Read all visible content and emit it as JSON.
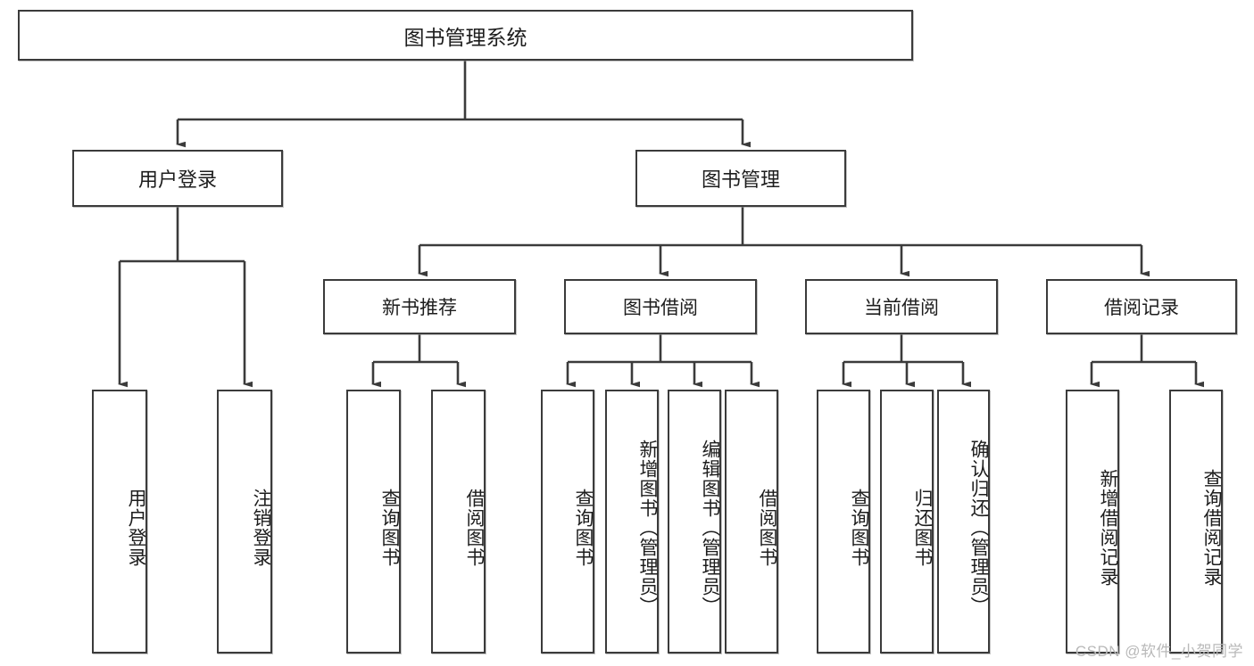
{
  "diagram": {
    "title": "图书管理系统",
    "type": "tree",
    "root": {
      "id": "root",
      "label": "图书管理系统"
    },
    "level2": [
      {
        "id": "user-login",
        "label": "用户登录"
      },
      {
        "id": "book-management",
        "label": "图书管理"
      }
    ],
    "level3": [
      {
        "id": "new-book-recommend",
        "label": "新书推荐"
      },
      {
        "id": "book-borrow",
        "label": "图书借阅"
      },
      {
        "id": "current-borrow",
        "label": "当前借阅"
      },
      {
        "id": "borrow-record",
        "label": "借阅记录"
      }
    ],
    "leaves": [
      {
        "id": "leaf-user-login",
        "label": "用户登录",
        "parent": "user-login"
      },
      {
        "id": "leaf-user-logout",
        "label": "注销登录",
        "parent": "user-login"
      },
      {
        "id": "leaf-query-book-1",
        "label": "查询图书",
        "parent": "new-book-recommend"
      },
      {
        "id": "leaf-borrow-book-1",
        "label": "借阅图书",
        "parent": "new-book-recommend"
      },
      {
        "id": "leaf-query-book-2",
        "label": "查询图书",
        "parent": "book-borrow"
      },
      {
        "id": "leaf-add-book",
        "label": "新增图书（管理员）",
        "parent": "book-borrow"
      },
      {
        "id": "leaf-edit-book",
        "label": "编辑图书（管理员）",
        "parent": "book-borrow"
      },
      {
        "id": "leaf-borrow-book-2",
        "label": "借阅图书",
        "parent": "book-borrow"
      },
      {
        "id": "leaf-query-book-3",
        "label": "查询图书",
        "parent": "current-borrow"
      },
      {
        "id": "leaf-return-book",
        "label": "归还图书",
        "parent": "current-borrow"
      },
      {
        "id": "leaf-confirm-return",
        "label": "确认归还（管理员）",
        "parent": "current-borrow"
      },
      {
        "id": "leaf-add-record",
        "label": "新增借阅记录",
        "parent": "borrow-record"
      },
      {
        "id": "leaf-query-record",
        "label": "查询借阅记录",
        "parent": "borrow-record"
      }
    ],
    "colors": {
      "stroke": "#3b3b3b",
      "fill": "#ffffff",
      "text": "#1d1d1d",
      "watermark": "#b9b9b9"
    }
  },
  "watermark": {
    "text": "CSDN @软件_小贺同学"
  }
}
